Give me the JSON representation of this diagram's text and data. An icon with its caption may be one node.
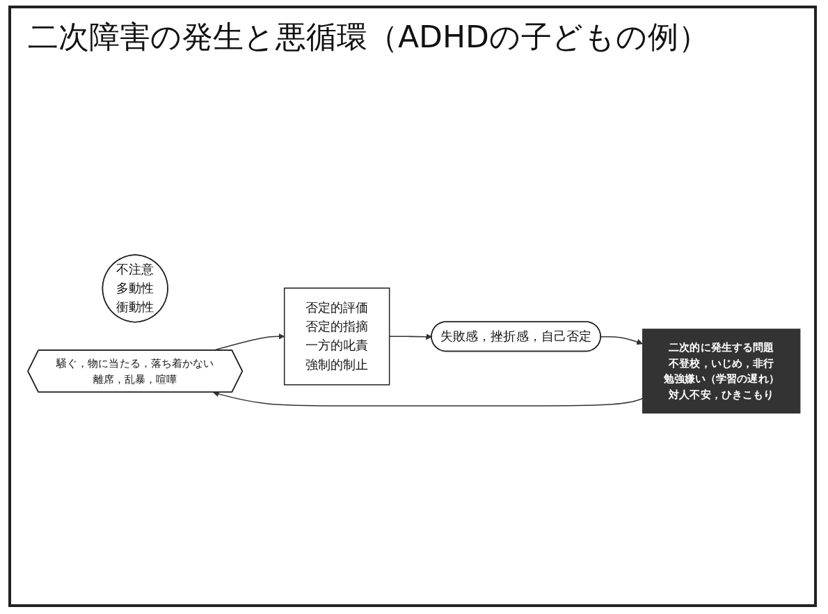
{
  "diagram": {
    "title": "二次障害の発生と悪循環（ADHDの子どもの例）",
    "nodes": [
      {
        "text": [
          "不注意",
          "多動性",
          "衝動性"
        ]
      },
      {
        "text": [
          "騒ぐ，物に当たる，落ち着かない",
          "離席，乱暴，喧嘩"
        ]
      },
      {
        "text": [
          "否定的評価",
          "否定的指摘",
          "一方的叱責",
          "強制的制止"
        ]
      },
      {
        "text": [
          "失敗感，挫折感，自己否定"
        ]
      },
      {
        "text": [
          "二次的に発生する問題",
          "不登校，いじめ，非行",
          "勉強嫌い（学習の遅れ）",
          "対人不安，ひきこもり"
        ]
      }
    ],
    "edges": [
      {
        "from": 1,
        "to": 2,
        "arrow": "to"
      },
      {
        "from": 2,
        "to": 3,
        "arrow": "to"
      },
      {
        "from": 3,
        "to": 4,
        "arrow": "to"
      },
      {
        "from": 4,
        "to": 1,
        "arrow": "to"
      }
    ]
  }
}
